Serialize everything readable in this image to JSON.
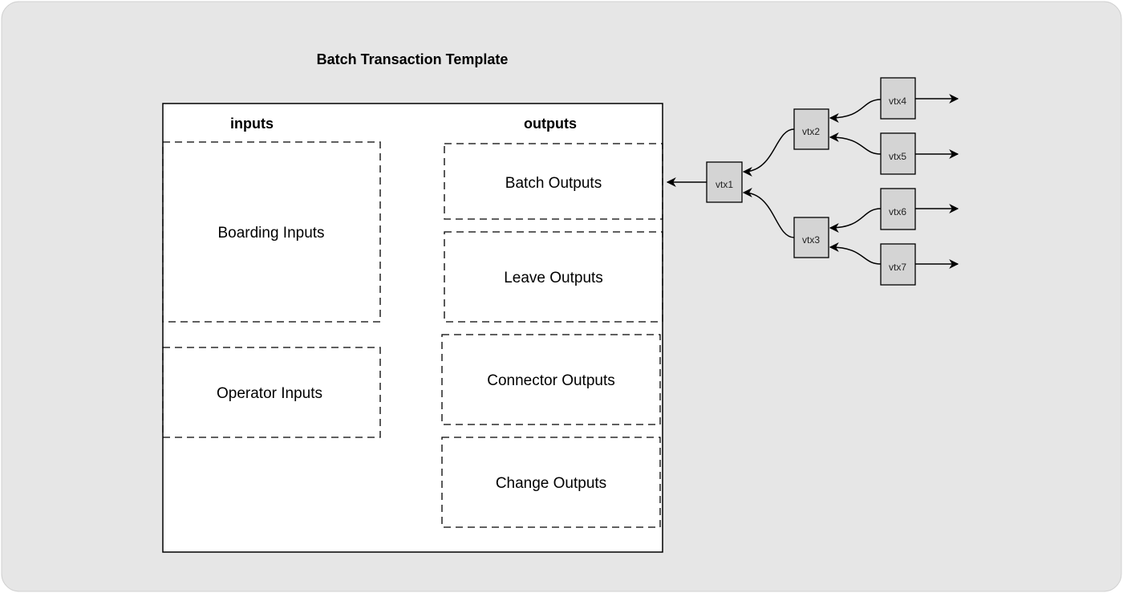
{
  "diagram": {
    "title": "Batch Transaction Template",
    "inputs_header": "inputs",
    "outputs_header": "outputs",
    "input_regions": [
      {
        "label": "Boarding Inputs"
      },
      {
        "label": "Operator Inputs"
      }
    ],
    "output_regions": [
      {
        "label": "Batch Outputs"
      },
      {
        "label": "Leave Outputs"
      },
      {
        "label": "Connector Outputs"
      },
      {
        "label": "Change Outputs"
      }
    ],
    "vtx_nodes": [
      {
        "label": "vtx1"
      },
      {
        "label": "vtx2"
      },
      {
        "label": "vtx3"
      },
      {
        "label": "vtx4"
      },
      {
        "label": "vtx5"
      },
      {
        "label": "vtx6"
      },
      {
        "label": "vtx7"
      }
    ],
    "colors": {
      "background": "#e6e6e6",
      "node_fill": "#d4d4d4",
      "stroke": "#000000"
    }
  }
}
